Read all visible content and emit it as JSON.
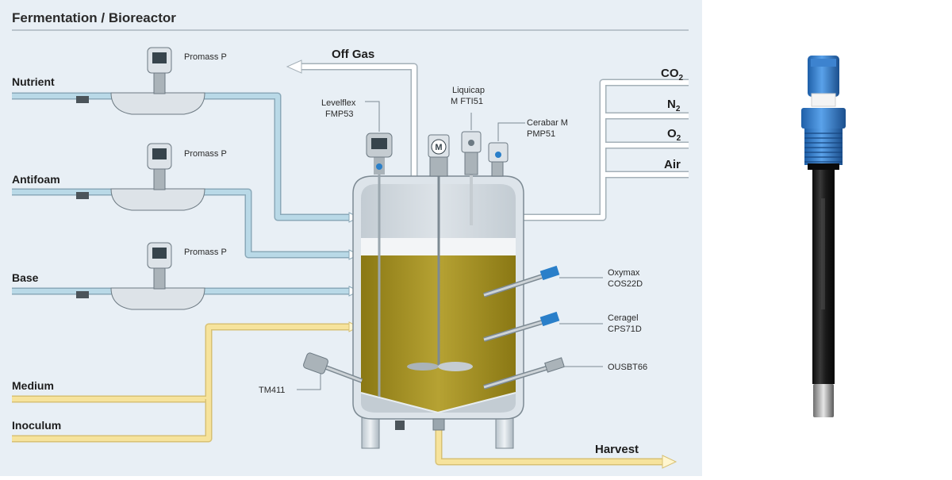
{
  "title": "Fermentation / Bioreactor",
  "inlets": {
    "nutrient": "Nutrient",
    "antifoam": "Antifoam",
    "base": "Base",
    "medium": "Medium",
    "inoculum": "Inoculum"
  },
  "gases": {
    "co2": "CO",
    "co2_sub": "2",
    "n2": "N",
    "n2_sub": "2",
    "o2": "O",
    "o2_sub": "2",
    "air": "Air"
  },
  "outlets": {
    "off_gas": "Off Gas",
    "harvest": "Harvest"
  },
  "instruments": {
    "promass_1": "Promass P",
    "promass_2": "Promass P",
    "promass_3": "Promass P",
    "levelflex": "Levelflex",
    "levelflex_code": "FMP53",
    "liquicap": "Liquicap",
    "liquicap_code": "M FTI51",
    "cerabar": "Cerabar M",
    "cerabar_code": "PMP51",
    "oxymax": "Oxymax",
    "oxymax_code": "COS22D",
    "ceragel": "Ceragel",
    "ceragel_code": "CPS71D",
    "ousbt": "OUSBT66",
    "tm411": "TM411",
    "motor": "M"
  },
  "colors": {
    "background": "#e8eff5",
    "water_pipe": "#a9cfe0",
    "medium_pipe": "#f3dc8f",
    "broth": "#a69224",
    "sensor_blue": "#2a7fc9"
  },
  "icons": {
    "flowmeter": "coriolis-flowmeter-icon",
    "motor": "agitator-motor-icon",
    "probe": "sensor-probe-icon"
  }
}
